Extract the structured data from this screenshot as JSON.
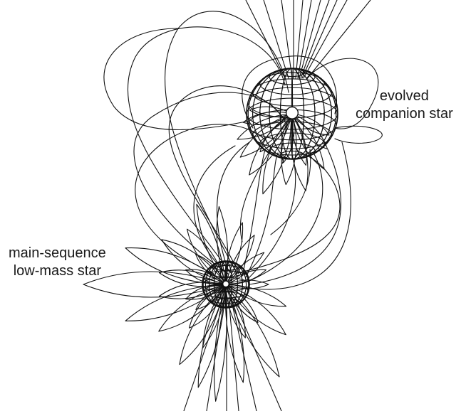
{
  "labels": {
    "companion": {
      "line1": "evolved",
      "line2": "companion star"
    },
    "main_sequence": {
      "line1": "main-sequence",
      "line2": "low-mass star"
    }
  }
}
